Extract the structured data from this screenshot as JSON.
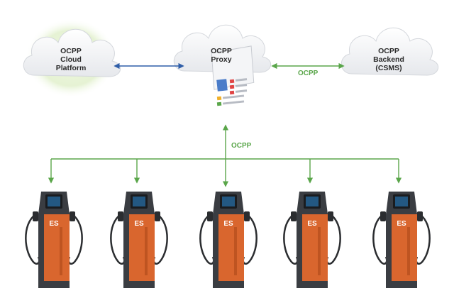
{
  "nodes": {
    "cloud_platform": {
      "lines": [
        "OCPP",
        "Cloud",
        "Platform"
      ]
    },
    "proxy": {
      "lines": [
        "OCPP",
        "Proxy"
      ]
    },
    "backend": {
      "lines": [
        "OCPP",
        "Backend",
        "(CSMS)"
      ]
    }
  },
  "edges": {
    "proxy_backend_label": "OCPP",
    "proxy_chargers_label": "OCPP"
  },
  "charger": {
    "logo_text": "ES",
    "count": 5
  },
  "colors": {
    "arrow_blue": "#2f5ea8",
    "arrow_green": "#5aa64a",
    "cloud_glow": "#dff0c8",
    "charger_orange": "#d9662e",
    "charger_dark": "#3a3d42"
  }
}
